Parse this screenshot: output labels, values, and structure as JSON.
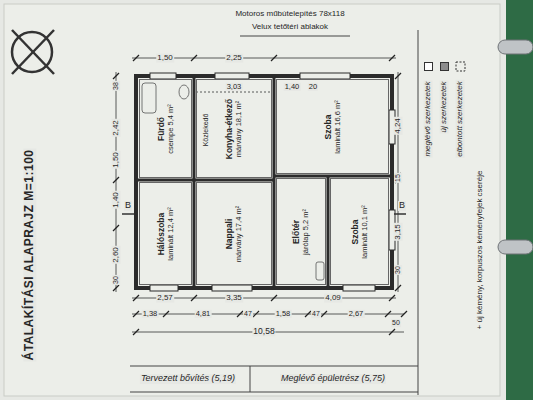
{
  "diagram": {
    "title": "ÁTALAKÍTÁSI ALAPRAJZ M=1:100",
    "nodes": [
      {
        "text": [
          "Fürdő",
          "csempe 5,4 m²"
        ]
      },
      {
        "text": [
          "Konyha-étkező",
          "márvány 18,1 m²"
        ]
      },
      {
        "text": [
          "Szoba",
          "laminált 16,6 m²"
        ]
      },
      {
        "text": [
          "Hálószoba",
          "laminált 12,4 m²"
        ]
      },
      {
        "text": [
          "Nappali",
          "márvány 17,4 m²"
        ]
      },
      {
        "text": [
          "Előtér",
          "járólap 5,2 m²"
        ]
      },
      {
        "text": [
          "Szoba",
          "laminált 10,1 m²"
        ]
      }
    ],
    "edges": [],
    "labels": [
      "Motoros műbútelepítés 78x118",
      "Velux tetőtéri ablakok",
      "1,50",
      "2,25",
      "3,03",
      "1,40",
      "20",
      "4,24",
      "15",
      "3,15",
      "30",
      "38",
      "2,42",
      "1,50",
      "1,40",
      "2,60",
      "30",
      "2,57",
      "3,35",
      "4,09",
      "1,38",
      "4,81",
      "47",
      "1,58",
      "47",
      "2,67",
      "50",
      "10,58",
      "Tervezett bővítés (5,19)",
      "Meglévő épületrész (5,75)",
      "Közlekedő",
      "+ új kémény, korpuszos kéményfejek cseréje",
      "B",
      "B"
    ],
    "legend": [
      {
        "text": "meglévő szerkezetek",
        "color": "#ffffff"
      },
      {
        "text": "új szerkezetek",
        "color": "#8c8c8c"
      },
      {
        "text": "elbontott szerkezetek"
      }
    ]
  }
}
